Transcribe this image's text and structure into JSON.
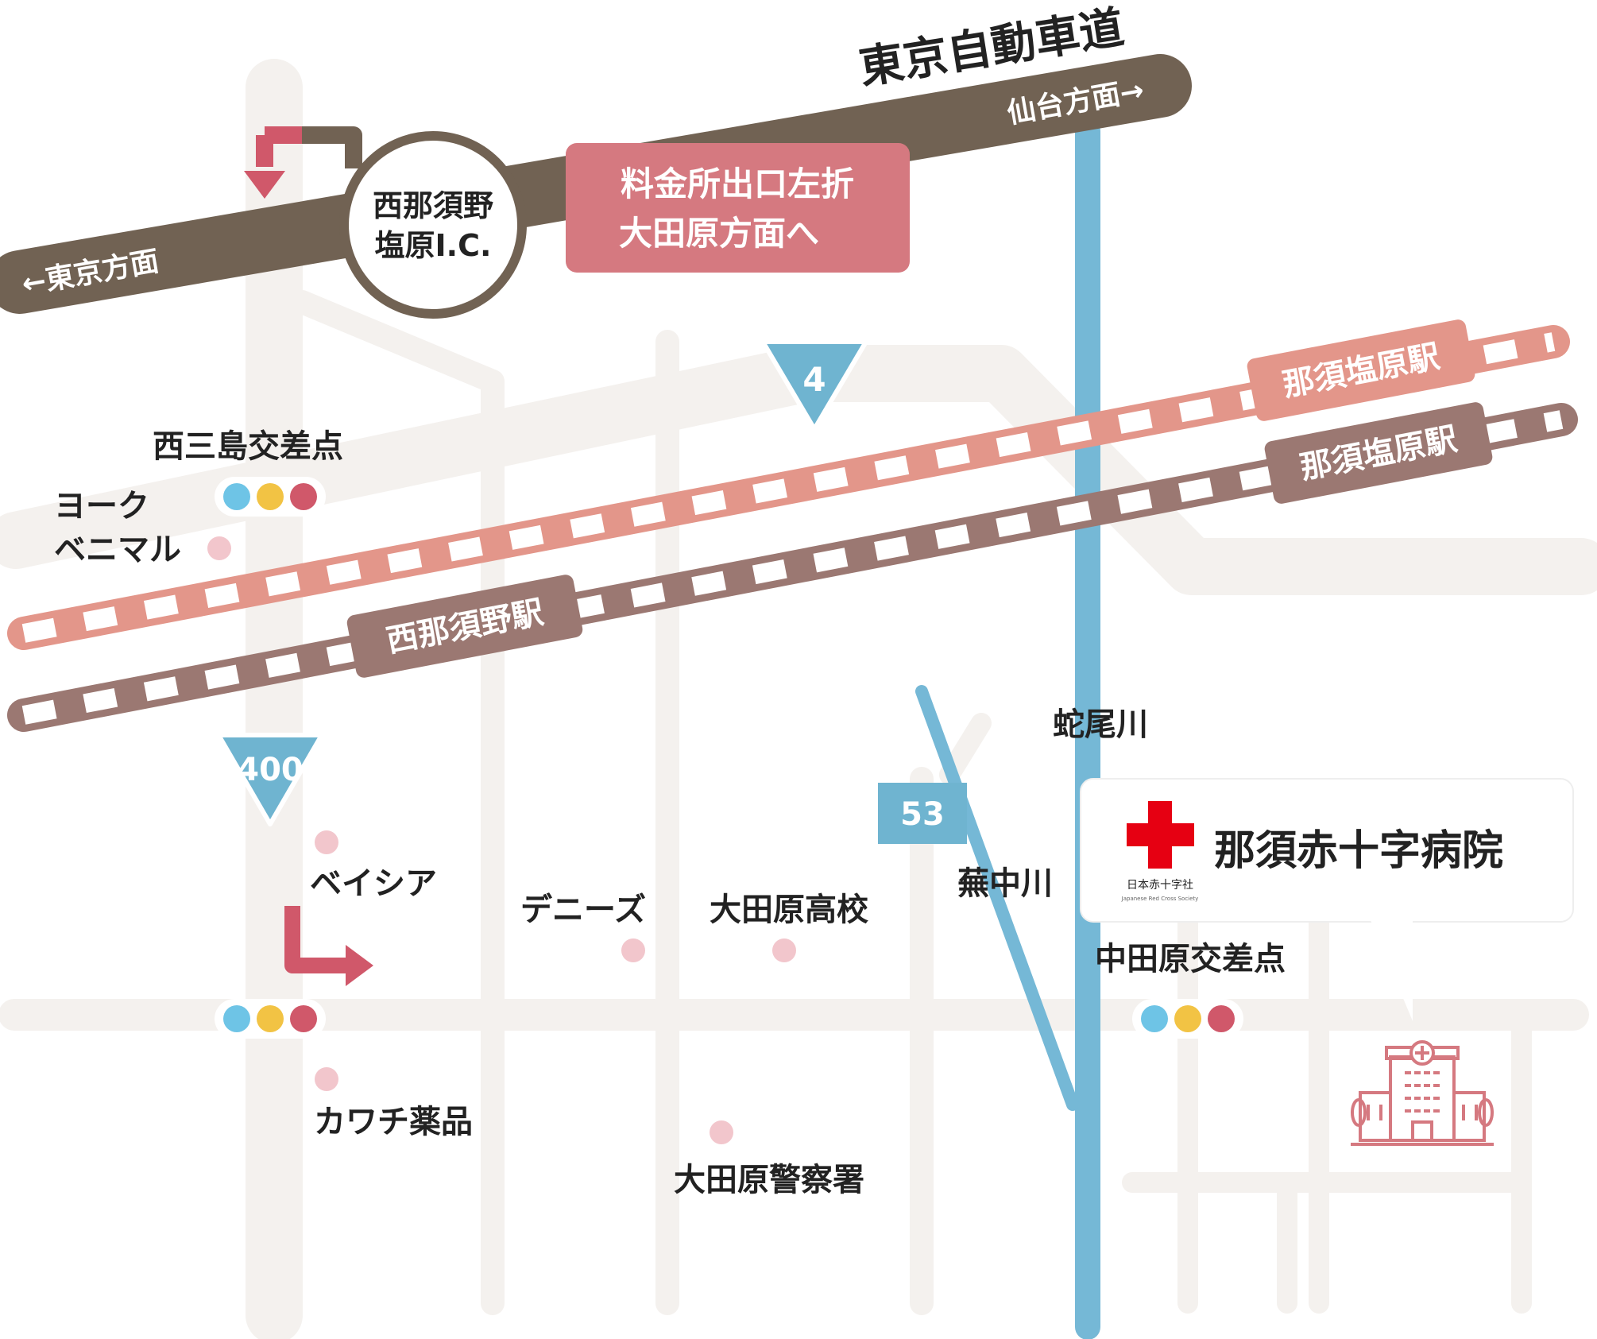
{
  "expressway": {
    "name": "東京自動車道",
    "west_direction": "←東京方面",
    "east_direction": "仙台方面→",
    "interchange": [
      "西那須野",
      "塩原I.C."
    ],
    "exit_note": [
      "料金所出口左折",
      "大田原方面へ"
    ]
  },
  "routes": {
    "r4": "4",
    "r400": "400",
    "r53": "53"
  },
  "railways": {
    "upper_station": "那須塩原駅",
    "lower_station_east": "那須塩原駅",
    "lower_station_west": "西那須野駅"
  },
  "rivers": {
    "hebio": "蛇尾川",
    "sabunaka": "蕪中川"
  },
  "intersections": {
    "nishimishima": "西三島交差点",
    "nakatahara": "中田原交差点"
  },
  "landmarks": {
    "york_line1": "ヨーク",
    "york_line2": "ベニマル",
    "beisia": "ベイシア",
    "dennys": "デニーズ",
    "ohtawara_high": "大田原高校",
    "kawachi": "カワチ薬品",
    "police": "大田原警察署"
  },
  "hospital": {
    "name": "那須赤十字病院",
    "logo_text": "日本赤十字社",
    "logo_sub": "Japanese Red Cross Society"
  },
  "colors": {
    "road": "#f4f1ee",
    "expressway": "#716253",
    "river": "#75b8d6",
    "rail_pink": "#e3968a",
    "rail_brown": "#9b7872",
    "accent_red": "#d0586a",
    "route_sign": "#6fb4d0",
    "redcross": "#e60012"
  }
}
